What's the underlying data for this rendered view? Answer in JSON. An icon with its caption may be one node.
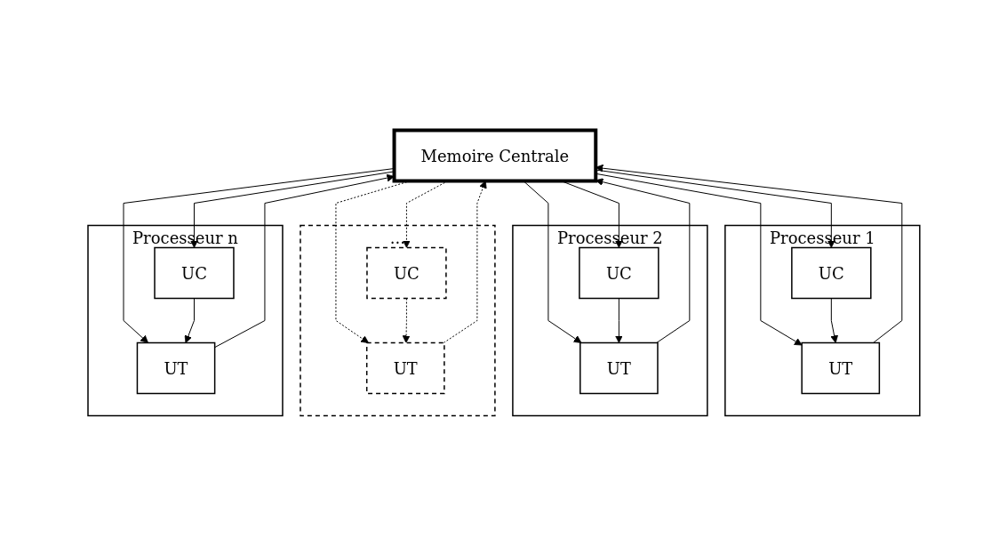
{
  "diagram": {
    "nodes": [
      {
        "text": [
          "Memoire Centrale"
        ]
      },
      {
        "text": [
          "Processeur 1"
        ]
      },
      {
        "text": [
          "UT"
        ],
        "in": 1
      },
      {
        "text": [
          "UC"
        ],
        "in": 1
      },
      {
        "text": [
          "Processeur 2"
        ]
      },
      {
        "text": [
          "UT"
        ],
        "in": 4
      },
      {
        "text": [
          "UC"
        ],
        "in": 4
      },
      {
        "text": [
          "..."
        ]
      },
      {
        "text": [
          "UT"
        ],
        "in": 7
      },
      {
        "text": [
          "UC"
        ],
        "in": 7
      },
      {
        "text": [
          "Processeur n"
        ]
      },
      {
        "text": [
          "UT"
        ],
        "in": 10
      },
      {
        "text": [
          "UC"
        ],
        "in": 10
      }
    ],
    "edges": [
      {
        "from": 2,
        "to": 0,
        "arrow": "to"
      },
      {
        "from": 0,
        "to": 2,
        "arrow": "to"
      },
      {
        "from": 0,
        "to": 3,
        "arrow": "to"
      },
      {
        "from": 3,
        "to": 2,
        "arrow": "to"
      },
      {
        "from": 5,
        "to": 0,
        "arrow": "to"
      },
      {
        "from": 0,
        "to": 5,
        "arrow": "to"
      },
      {
        "from": 0,
        "to": 6,
        "arrow": "to"
      },
      {
        "from": 6,
        "to": 5,
        "arrow": "to"
      },
      {
        "from": 8,
        "to": 0,
        "arrow": "to",
        "style": "dashed"
      },
      {
        "from": 0,
        "to": 8,
        "arrow": "to",
        "style": "dashed"
      },
      {
        "from": 0,
        "to": 9,
        "arrow": "to",
        "style": "dashed"
      },
      {
        "from": 9,
        "to": 8,
        "arrow": "to",
        "style": "dashed"
      },
      {
        "from": 11,
        "to": 0,
        "arrow": "to"
      },
      {
        "from": 0,
        "to": 11,
        "arrow": "to"
      },
      {
        "from": 0,
        "to": 12,
        "arrow": "to"
      },
      {
        "from": 12,
        "to": 11,
        "arrow": "to"
      }
    ]
  }
}
